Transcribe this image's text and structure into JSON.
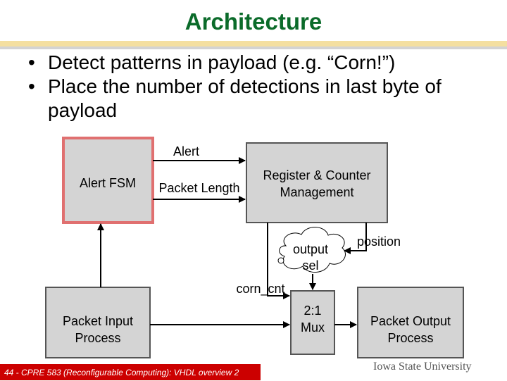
{
  "slide": {
    "title": "Architecture",
    "bullets": [
      "Detect patterns in payload (e.g. “Corn!”)",
      "Place the number of detections in last byte of payload"
    ],
    "bullet_glyph": "•"
  },
  "diagram": {
    "alert_label": "Alert",
    "alert_fsm": "Alert FSM",
    "packet_length": "Packet Length",
    "register_counter": "Register & Counter Management",
    "output_sel_line1": "output",
    "output_sel_line2": "sel",
    "position": "position",
    "corn_cnt": "corn_cnt",
    "mux_line1": "2:1",
    "mux_line2": "Mux",
    "packet_input": "Packet Input Process",
    "packet_output": "Packet Output Process"
  },
  "footer": {
    "left": "44 - CPRE 583 (Reconfigurable Computing): VHDL overview 2",
    "right": "Iowa State University"
  },
  "colors": {
    "title": "#0b6b2a",
    "box_fill": "#d4d4d4",
    "fsm_border": "#e07070",
    "footer_bar": "#cc0000"
  }
}
